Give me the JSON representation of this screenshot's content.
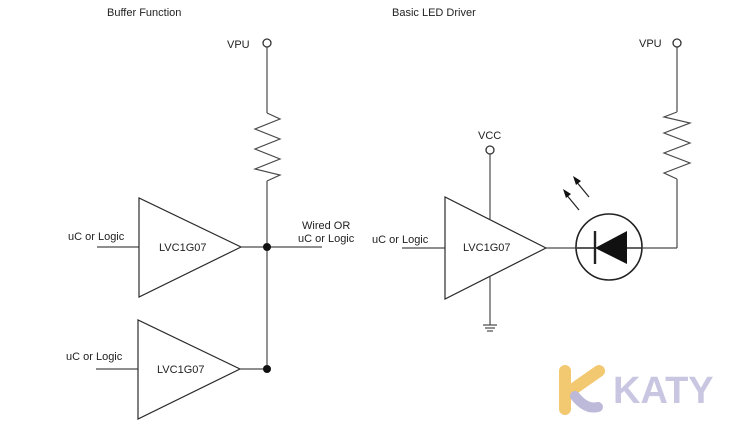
{
  "sections": {
    "buffer_title": "Buffer Function",
    "led_title": "Basic LED Driver"
  },
  "buffer": {
    "vpu_label": "VPU",
    "gate1_label": "LVC1G07",
    "gate2_label": "LVC1G07",
    "input1_label": "uC or Logic",
    "input2_label": "uC or Logic",
    "output_label_line1": "Wired OR",
    "output_label_line2": "uC or Logic"
  },
  "led": {
    "vpu_label": "VPU",
    "vcc_label": "VCC",
    "gate_label": "LVC1G07",
    "input_label": "uC or Logic"
  },
  "watermark": {
    "text": "KATY",
    "colors": {
      "logo_yellow": "#f2c66a",
      "logo_purple": "#b9b6d8",
      "text": "#c9c6e2"
    }
  },
  "icons": {
    "resistor": "resistor-icon",
    "led": "led-icon",
    "ground": "ground-icon",
    "light": "light-emission-icon"
  }
}
